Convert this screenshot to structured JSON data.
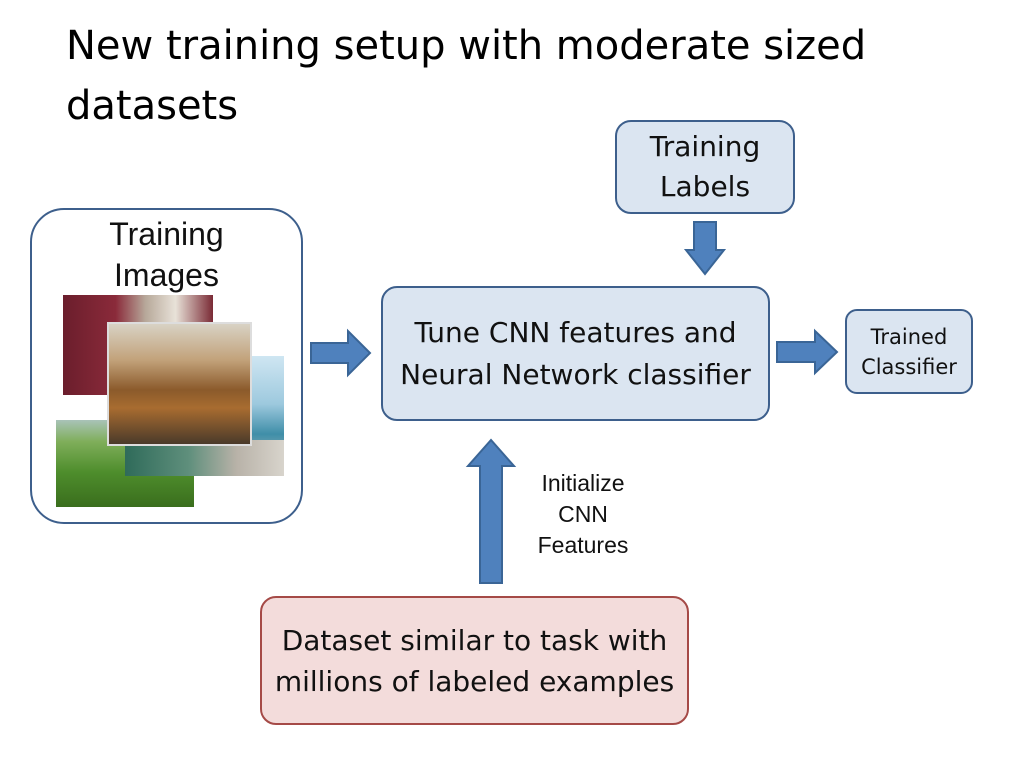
{
  "slide": {
    "title": "New training setup with moderate sized datasets"
  },
  "nodes": {
    "training_images": "Training\nImages",
    "training_labels": "Training\nLabels",
    "tune": "Tune CNN features and\nNeural Network classifier",
    "trained_classifier": "Trained\nClassifier",
    "dataset": "Dataset similar to task with\nmillions of labeled examples"
  },
  "edges": {
    "initialize_label": "Initialize\nCNN\nFeatures"
  },
  "colors": {
    "box_fill": "#dbe5f1",
    "box_border": "#3d5f8c",
    "dataset_fill": "#f3dcdb",
    "dataset_border": "#a54a47",
    "arrow_fill": "#4f81bd",
    "arrow_border": "#3a6596"
  }
}
